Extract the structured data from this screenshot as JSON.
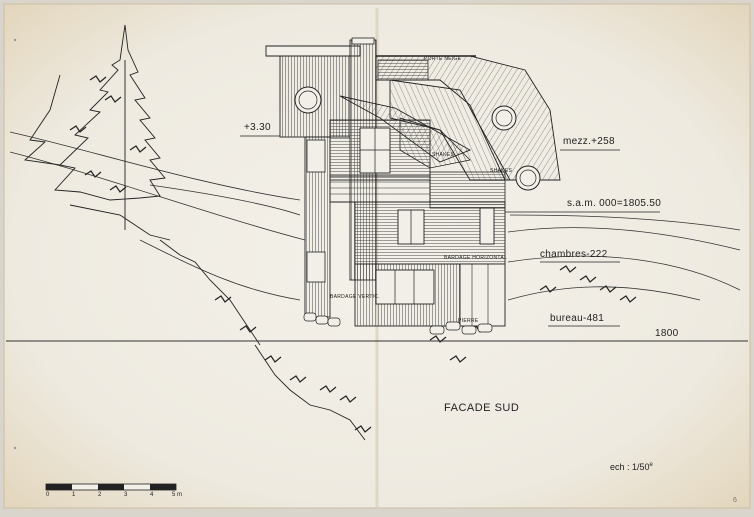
{
  "drawing": {
    "title": "FACADE SUD",
    "scale_label": "ech : 1/50",
    "scale_sup": "e",
    "page_number": "6",
    "ground_level": "1800",
    "levels": [
      {
        "id": "l330",
        "text": "+3.30"
      },
      {
        "id": "mezz",
        "text": "mezz.+258"
      },
      {
        "id": "sam",
        "text": "s.a.m. 000=1805.50"
      },
      {
        "id": "chambres",
        "text": "chambres-222"
      },
      {
        "id": "bureau",
        "text": "bureau-481"
      }
    ],
    "annotations": {
      "porte_neige": "PORTE NEIGE",
      "shakes_1": "SHAKES",
      "shakes_2": "SHAKES",
      "bardage_horizontal": "BARDAGE HORIZONTAL",
      "bardage_vertical": "BARDAGE VERTIC.",
      "pierre": "PIERRE"
    },
    "scale_bar": {
      "ticks": [
        "0",
        "1",
        "2",
        "3",
        "4",
        "5 m"
      ]
    }
  }
}
